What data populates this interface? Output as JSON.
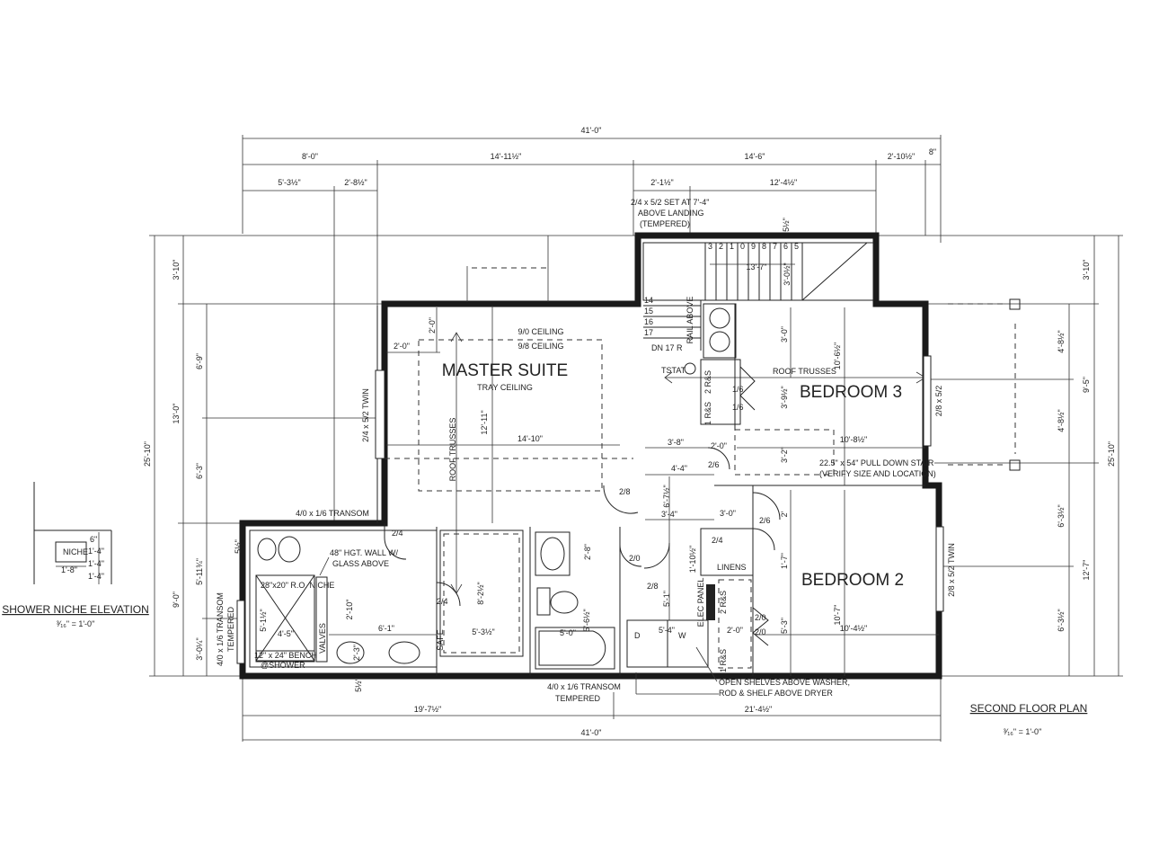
{
  "rooms": {
    "master": "MASTER SUITE",
    "tray": "TRAY CEILING",
    "ceiling_90": "9/0 CEILING",
    "ceiling_98": "9/8 CEILING",
    "bedroom3": "BEDROOM 3",
    "bedroom2": "BEDROOM 2",
    "linens": "LINENS"
  },
  "notes": {
    "roof_trusses_v": "ROOF TRUSSES",
    "roof_trusses_b3": "ROOF TRUSSES",
    "tstat": "TSTAT",
    "dn": "DN 17 R",
    "rail": "RAIL ABOVE",
    "pulldown_1": "22.5\" x 54\" PULL DOWN STAIR",
    "pulldown_2": "(VERIFY SIZE AND LOCATION)",
    "hall_window_1": "2/4 x 5/2 SET AT 7'-4\"",
    "hall_window_2": "ABOVE LANDING",
    "hall_window_3": "(TEMPERED)",
    "transom_top": "4/0 x 1/6 TRANSOM",
    "transom_bottom_1": "4/0 x 1/6 TRANSOM",
    "transom_bottom_2": "TEMPERED",
    "transom_side_1": "4/0 x 1/6 TRANSOM",
    "transom_side_2": "TEMPERED",
    "twin_master": "2/4 x 5/2 TWIN",
    "twin_b2": "2/8 x 5/2 TWIN",
    "win_b3": "2/8 x 5/2",
    "wall_48_1": "48\" HGT. WALL W/",
    "wall_48_2": "GLASS ABOVE",
    "niche_ro": "28\"x20\" R.O. NICHE",
    "bench_1": "12\" x 24\" BENCH",
    "bench_2": "@SHOWER",
    "valves": "VALVES",
    "safe": "SAFE",
    "shelves_1": "OPEN SHELVES ABOVE WASHER,",
    "shelves_2": "ROD & SHELF ABOVE DRYER",
    "panel": "ELEC PANEL",
    "d": "D",
    "w": "W",
    "rh": "2 R&S",
    "rh2": "1 R&S"
  },
  "doors": {
    "d24a": "2/4",
    "d24b": "2/4",
    "d28a": "2/8",
    "d28b": "2/8",
    "d20a": "2/0",
    "d26a": "2/6",
    "d26b": "2/6",
    "d24c": "2/4",
    "d20b": "2/0",
    "d20c": "2/0",
    "d16a": "1/6",
    "d16b": "1/6"
  },
  "dims_top": {
    "total": "41'-0\"",
    "a": "8'-0\"",
    "b": "14'-11½\"",
    "c": "14'-6\"",
    "d": "2'-10½\"",
    "e": "8\"",
    "f": "5'-3½\"",
    "g": "2'-8½\"",
    "h": "2'-1½\"",
    "i": "12'-4½\""
  },
  "dims_bottom": {
    "a": "19'-7½\"",
    "b": "21'-4½\"",
    "total": "41'-0\""
  },
  "dims_left": {
    "total": "25'-10\"",
    "a": "3'-10\"",
    "b": "13'-0\"",
    "c": "9'-0\"",
    "d": "6'-9\"",
    "e": "6'-3\"",
    "f": "5'-11¾\"",
    "g": "3'-0¼\""
  },
  "dims_right": {
    "total": "25'-10\"",
    "a": "3'-10\"",
    "b": "9'-5\"",
    "c": "12'-7\"",
    "d": "4'-8½\"",
    "e": "4'-8½\"",
    "f": "6'-3½\"",
    "g": "6'-3½\""
  },
  "dims_inner": {
    "m1": "2'-0\"",
    "m2": "2'-0\"",
    "m3": "12'-11\"",
    "m4": "14'-10\"",
    "st1": "13'-7\"",
    "st2": "3'-0½\"",
    "b3a": "3'-0\"",
    "b3b": "10'-6½\"",
    "b3c": "3'-9½\"",
    "b3d": "10'-8½\"",
    "b3e": "3'-2\"",
    "h1": "3'-8\"",
    "h2": "2'-0\"",
    "h3": "4'-4\"",
    "h4": "6'-7½\"",
    "h5": "3'-4\"",
    "h6": "3'-0\"",
    "h7": "1'-10½\"",
    "b2a": "2'",
    "b2b": "1'-7\"",
    "b2c": "10'-7\"",
    "b2d": "10'-4½\"",
    "b2e": "5'-3\"",
    "ba1": "8'-2½\"",
    "ba2": "5'-3½\"",
    "ba3": "2'-8\"",
    "ba4": "5'-0\"",
    "ba5": "5'-6½\"",
    "lau1": "5'-1\"",
    "lau2": "5'-4\"",
    "lau3": "2'-0\"",
    "sh1": "5'-1½\"",
    "sh2": "4'-5\"",
    "sh3": "2'-10\"",
    "sh4": "6'-1\"",
    "sh5": "2'-3\"",
    "s1": "5½\"",
    "s2": "5½\"",
    "s3": "5½\""
  },
  "stair_numbers": [
    "14",
    "15",
    "16",
    "17"
  ],
  "stair_top_numbers": [
    "3",
    "2",
    "1",
    "0",
    "9",
    "8",
    "7",
    "6",
    "5"
  ],
  "niche": {
    "title": "SHOWER NICHE ELEVATION",
    "scale": "³⁄₁₆\" = 1'-0\"",
    "label": "NICHE",
    "w": "1'-8\"",
    "h1": "1'-4\"",
    "h2": "1'-4\"",
    "h3": "1'-4\"",
    "h4": "6\""
  },
  "plan_title": {
    "title": "SECOND FLOOR PLAN",
    "scale": "³⁄₁₆\" = 1'-0\""
  }
}
